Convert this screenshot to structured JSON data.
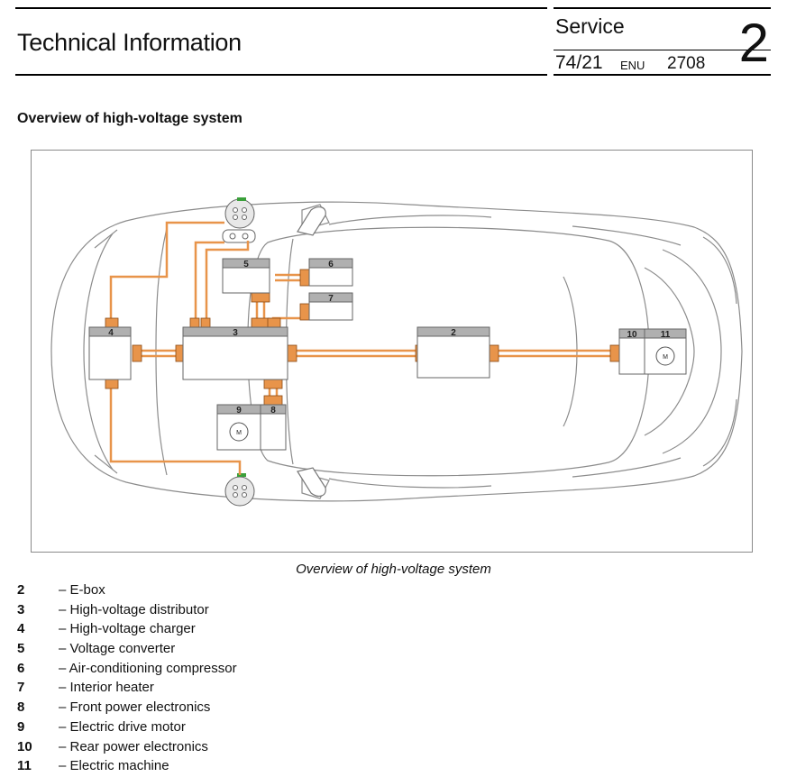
{
  "header": {
    "title": "Technical Information",
    "service_label": "Service",
    "bulletin_number": "74/21",
    "language": "ENU",
    "code": "2708",
    "page_number": "2"
  },
  "section_title": "Overview of high-voltage system",
  "figure": {
    "caption": "Overview of high-voltage system",
    "component_labels": {
      "c2": "2",
      "c3": "3",
      "c4": "4",
      "c5": "5",
      "c6": "6",
      "c7": "7",
      "c8": "8",
      "c9": "9",
      "c10": "10",
      "c11": "11",
      "motor_front": "M",
      "motor_rear": "M"
    }
  },
  "legend": [
    {
      "num": "2",
      "text": "– E-box"
    },
    {
      "num": "3",
      "text": "– High-voltage distributor"
    },
    {
      "num": "4",
      "text": "– High-voltage charger"
    },
    {
      "num": "5",
      "text": "– Voltage converter"
    },
    {
      "num": "6",
      "text": "– Air-conditioning compressor"
    },
    {
      "num": "7",
      "text": "– Interior heater"
    },
    {
      "num": "8",
      "text": "– Front power electronics"
    },
    {
      "num": "9",
      "text": "– Electric drive motor"
    },
    {
      "num": "10",
      "text": "– Rear power electronics"
    },
    {
      "num": "11",
      "text": "– Electric machine"
    }
  ]
}
